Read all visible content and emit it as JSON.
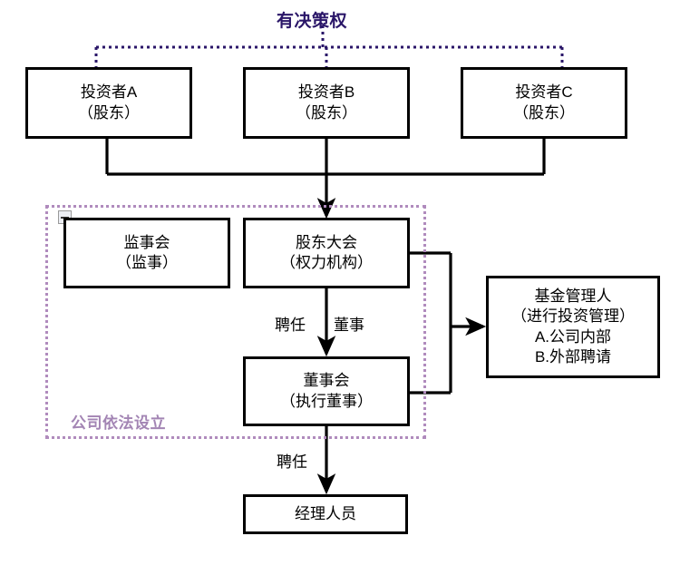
{
  "diagram": {
    "title": "有决策权",
    "group": {
      "label": "公司依法设立",
      "collapse_icon": "minus-icon",
      "border_color": "#b08bbd"
    },
    "accent_colors": {
      "title": "#2a1668",
      "group": "#a385b4",
      "node_border": "#000000",
      "connector": "#000000"
    },
    "nodes": {
      "investor_a": {
        "line1": "投资者A",
        "line2": "（股东）"
      },
      "investor_b": {
        "line1": "投资者B",
        "line2": "（股东）"
      },
      "investor_c": {
        "line1": "投资者C",
        "line2": "（股东）"
      },
      "supervisory_board": {
        "line1": "监事会",
        "line2": "（监事）"
      },
      "shareholders_meeting": {
        "line1": "股东大会",
        "line2": "（权力机构）"
      },
      "board_of_directors": {
        "line1": "董事会",
        "line2": "（执行董事）"
      },
      "fund_manager": {
        "line1": "基金管理人",
        "line2": "（进行投资管理）",
        "line3": "A.公司内部",
        "line4": "B.外部聘请"
      },
      "managers": {
        "line1": "经理人员"
      }
    },
    "edge_labels": {
      "appoint_director_left": "聘任",
      "appoint_director_right": "董事",
      "appoint_manager": "聘任"
    }
  }
}
